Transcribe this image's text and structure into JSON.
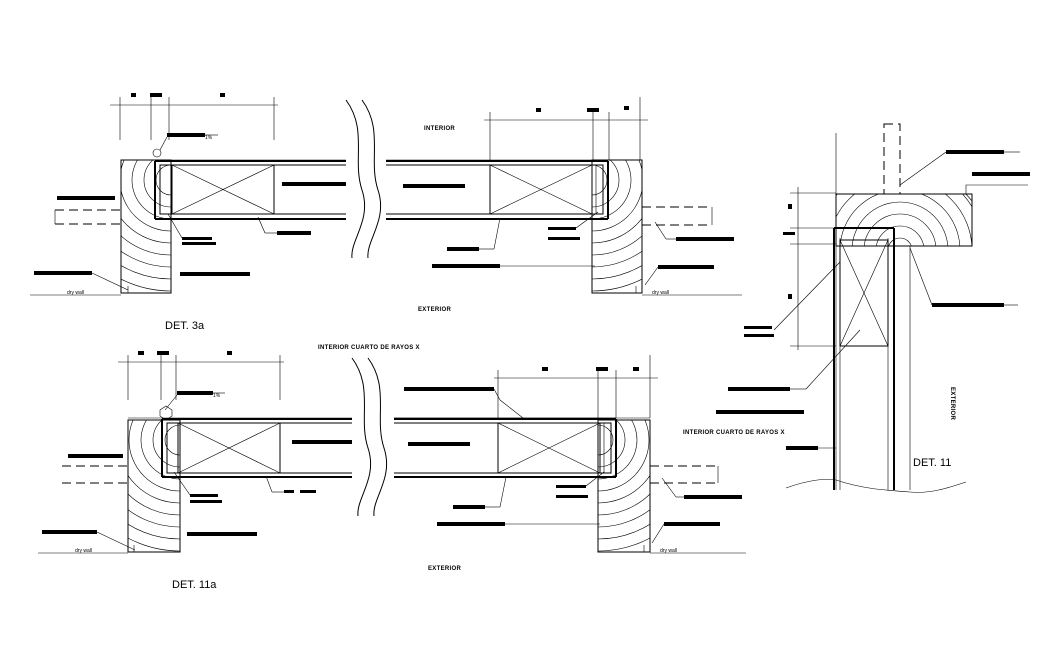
{
  "labels": {
    "det_3a": "DET. 3a",
    "det_11a": "DET. 11a",
    "det_11": "DET. 11",
    "interior_top": "INTERIOR",
    "exterior_3a": "EXTERIOR",
    "section_heading": "INTERIOR CUARTO DE RAYOS X",
    "exterior_11a": "EXTERIOR",
    "interior_right": "INTERIOR CUARTO DE RAYOS X",
    "exterior_vertical": "EXTERIOR",
    "dry_wall": "dry wall",
    "slope": "1%"
  }
}
